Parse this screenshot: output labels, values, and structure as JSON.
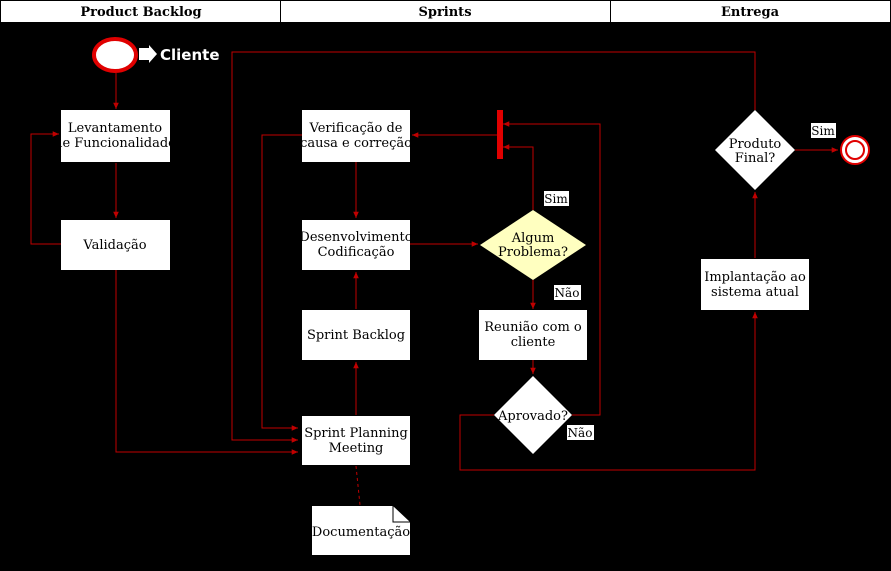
{
  "lanes": [
    "Product Backlog",
    "Sprints",
    "Entrega"
  ],
  "start": {
    "label": "Cliente"
  },
  "nodes": {
    "levantamento": [
      "Levantamento",
      "de Funcionalidade"
    ],
    "validacao": [
      "Validação"
    ],
    "verificacao": [
      "Verificação de",
      "causa e correção"
    ],
    "desenvolvimento": [
      "Desenvolvimento",
      "Codificação"
    ],
    "sprint_backlog": [
      "Sprint Backlog"
    ],
    "planning": [
      "Sprint Planning",
      "Meeting"
    ],
    "documentacao": [
      "Documentação"
    ],
    "problema": [
      "Algum",
      "Problema?"
    ],
    "reuniao": [
      "Reunião com o",
      "cliente"
    ],
    "aprovado": [
      "Aprovado?"
    ],
    "implantacao": [
      "Implantação ao",
      "sistema atual"
    ],
    "produto": [
      "Produto",
      "Final?"
    ]
  },
  "edge_labels": {
    "problema_sim": "Sim",
    "problema_nao": "Não",
    "aprovado_nao": "Não",
    "produto_sim": "Sim"
  },
  "colors": {
    "edge": "#c00000",
    "start_ring": "#e00000",
    "decision_fill": "#ffffc0"
  }
}
